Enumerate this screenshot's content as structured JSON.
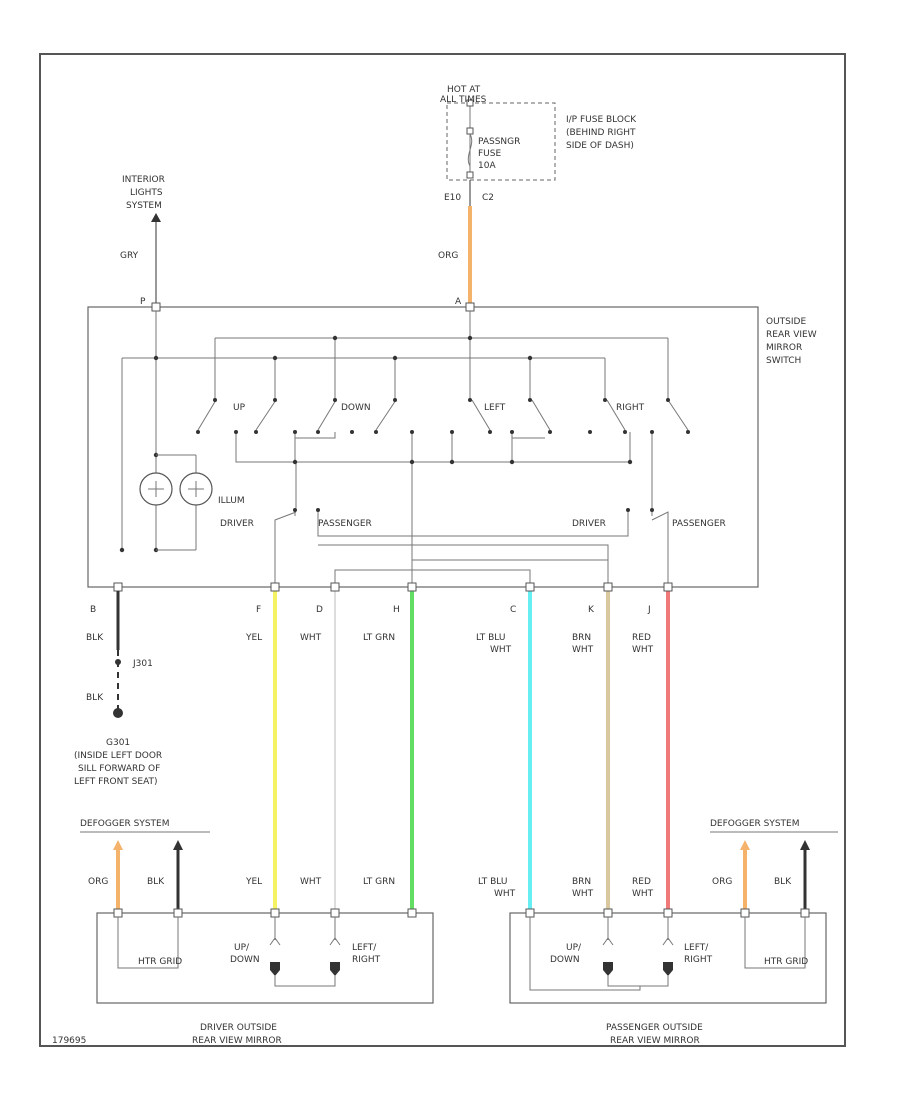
{
  "colors": {
    "orange": "#f5b26b",
    "yellow": "#f5f264",
    "white": "#e8e8e8",
    "lt_green": "#63dd63",
    "lt_blue": "#66eef2",
    "brown": "#d9c7a0",
    "red": "#f07a7a",
    "black": "#333333",
    "gray": "#888888"
  },
  "fuse": {
    "hot_at": "HOT AT",
    "hot_times": "ALL TIMES",
    "block": "I/P FUSE BLOCK",
    "block_loc1": "(BEHIND RIGHT",
    "block_loc2": "SIDE OF DASH)",
    "name1": "PASSNGR",
    "name2": "FUSE",
    "rating": "10A",
    "connector_a": "E10",
    "connector_b": "C2"
  },
  "interior": {
    "line1": "INTERIOR",
    "line2": "LIGHTS",
    "line3": "SYSTEM"
  },
  "top_wires": {
    "gry": "GRY",
    "org": "ORG",
    "pin_p": "P",
    "pin_a": "A"
  },
  "switch": {
    "title1": "OUTSIDE",
    "title2": "REAR VIEW",
    "title3": "MIRROR",
    "title4": "SWITCH",
    "up": "UP",
    "down": "DOWN",
    "left": "LEFT",
    "right": "RIGHT",
    "illum": "ILLUM",
    "driver_a": "DRIVER",
    "passenger_a": "PASSENGER",
    "driver_b": "DRIVER",
    "passenger_b": "PASSENGER"
  },
  "pins": [
    "B",
    "F",
    "D",
    "H",
    "C",
    "K",
    "J"
  ],
  "wire_labels": [
    {
      "line1": "BLK",
      "line2": ""
    },
    {
      "line1": "YEL",
      "line2": ""
    },
    {
      "line1": "WHT",
      "line2": ""
    },
    {
      "line1": "LT GRN",
      "line2": ""
    },
    {
      "line1": "LT BLU",
      "line2": "WHT"
    },
    {
      "line1": "BRN",
      "line2": "WHT"
    },
    {
      "line1": "RED",
      "line2": "WHT"
    }
  ],
  "ground": {
    "splice": "J301",
    "lower_wire": "BLK",
    "id": "G301",
    "loc1": "(INSIDE LEFT DOOR",
    "loc2": "SILL FORWARD OF",
    "loc3": "LEFT FRONT SEAT)"
  },
  "driver_mirror": {
    "defog": "DEFOGGER SYSTEM",
    "org": "ORG",
    "blk": "BLK",
    "yel": "YEL",
    "wht": "WHT",
    "ltgrn": "LT GRN",
    "heater": "HTR GRID",
    "up": "UP/",
    "down": "DOWN",
    "left": "LEFT/",
    "right": "RIGHT",
    "title1": "DRIVER OUTSIDE",
    "title2": "REAR VIEW MIRROR"
  },
  "pass_mirror": {
    "defog": "DEFOGGER SYSTEM",
    "org": "ORG",
    "blk": "BLK",
    "ltblu1": "LT BLU",
    "ltblu2": "WHT",
    "brn1": "BRN",
    "brn2": "WHT",
    "red1": "RED",
    "red2": "WHT",
    "heater": "HTR GRID",
    "up": "UP/",
    "down": "DOWN",
    "left": "LEFT/",
    "right": "RIGHT",
    "title1": "PASSENGER OUTSIDE",
    "title2": "REAR VIEW MIRROR"
  },
  "figure_id": "179695"
}
